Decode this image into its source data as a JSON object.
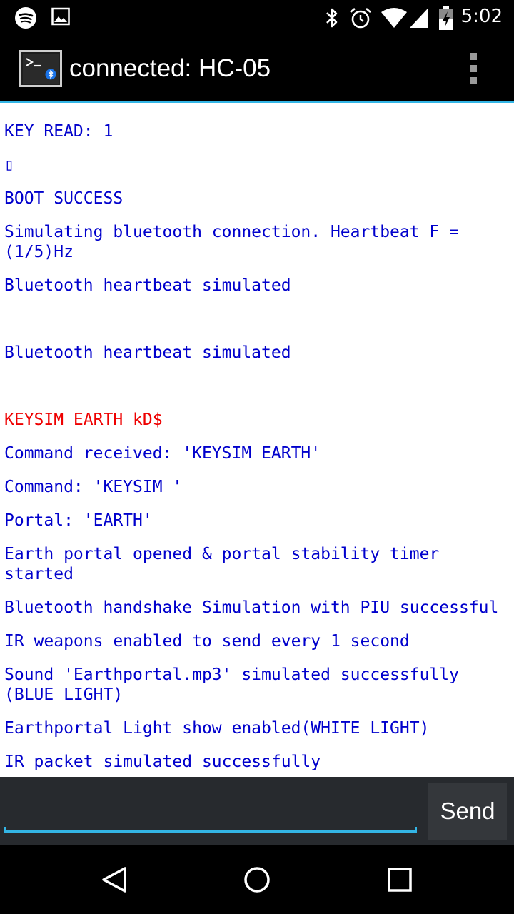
{
  "status_bar": {
    "time": "5:02",
    "icons": [
      "spotify-icon",
      "image-icon",
      "bluetooth-icon",
      "alarm-icon",
      "wifi-icon",
      "signal-icon",
      "battery-charging-icon"
    ]
  },
  "action_bar": {
    "title": "connected: HC-05",
    "app_icon": "terminal-bluetooth-icon",
    "menu_icon": "overflow-menu-icon"
  },
  "terminal": {
    "lines": [
      {
        "text": "KEY READ: 1",
        "kind": "received"
      },
      {
        "text": "▯",
        "kind": "received"
      },
      {
        "text": "BOOT SUCCESS",
        "kind": "received"
      },
      {
        "text": "Simulating bluetooth connection. Heartbeat F = (1/5)Hz",
        "kind": "received"
      },
      {
        "text": "Bluetooth heartbeat simulated",
        "kind": "received"
      },
      {
        "text": "",
        "kind": "blank"
      },
      {
        "text": "Bluetooth heartbeat simulated",
        "kind": "received"
      },
      {
        "text": "",
        "kind": "blank"
      },
      {
        "text": "KEYSIM EARTH kD$",
        "kind": "sent"
      },
      {
        "text": "Command received: 'KEYSIM EARTH'",
        "kind": "received"
      },
      {
        "text": "Command: 'KEYSIM '",
        "kind": "received"
      },
      {
        "text": "Portal: 'EARTH'",
        "kind": "received"
      },
      {
        "text": "Earth portal opened & portal stability timer started",
        "kind": "received"
      },
      {
        "text": "Bluetooth handshake Simulation with PIU successful",
        "kind": "received"
      },
      {
        "text": "IR weapons enabled to send every 1 second",
        "kind": "received"
      },
      {
        "text": "Sound 'Earthportal.mp3' simulated successfully (BLUE LIGHT)",
        "kind": "received"
      },
      {
        "text": "Earthportal Light show enabled(WHITE LIGHT)",
        "kind": "received"
      },
      {
        "text": "IR packet simulated successfully",
        "kind": "received"
      }
    ]
  },
  "input": {
    "value": "",
    "placeholder": "",
    "send_label": "Send"
  },
  "nav_bar": {
    "icons": [
      "back-icon",
      "home-icon",
      "recents-icon"
    ]
  },
  "colors": {
    "received_text": "#0000cc",
    "sent_text": "#ee0000",
    "accent": "#33b5e5",
    "input_bar": "#272a2e"
  }
}
